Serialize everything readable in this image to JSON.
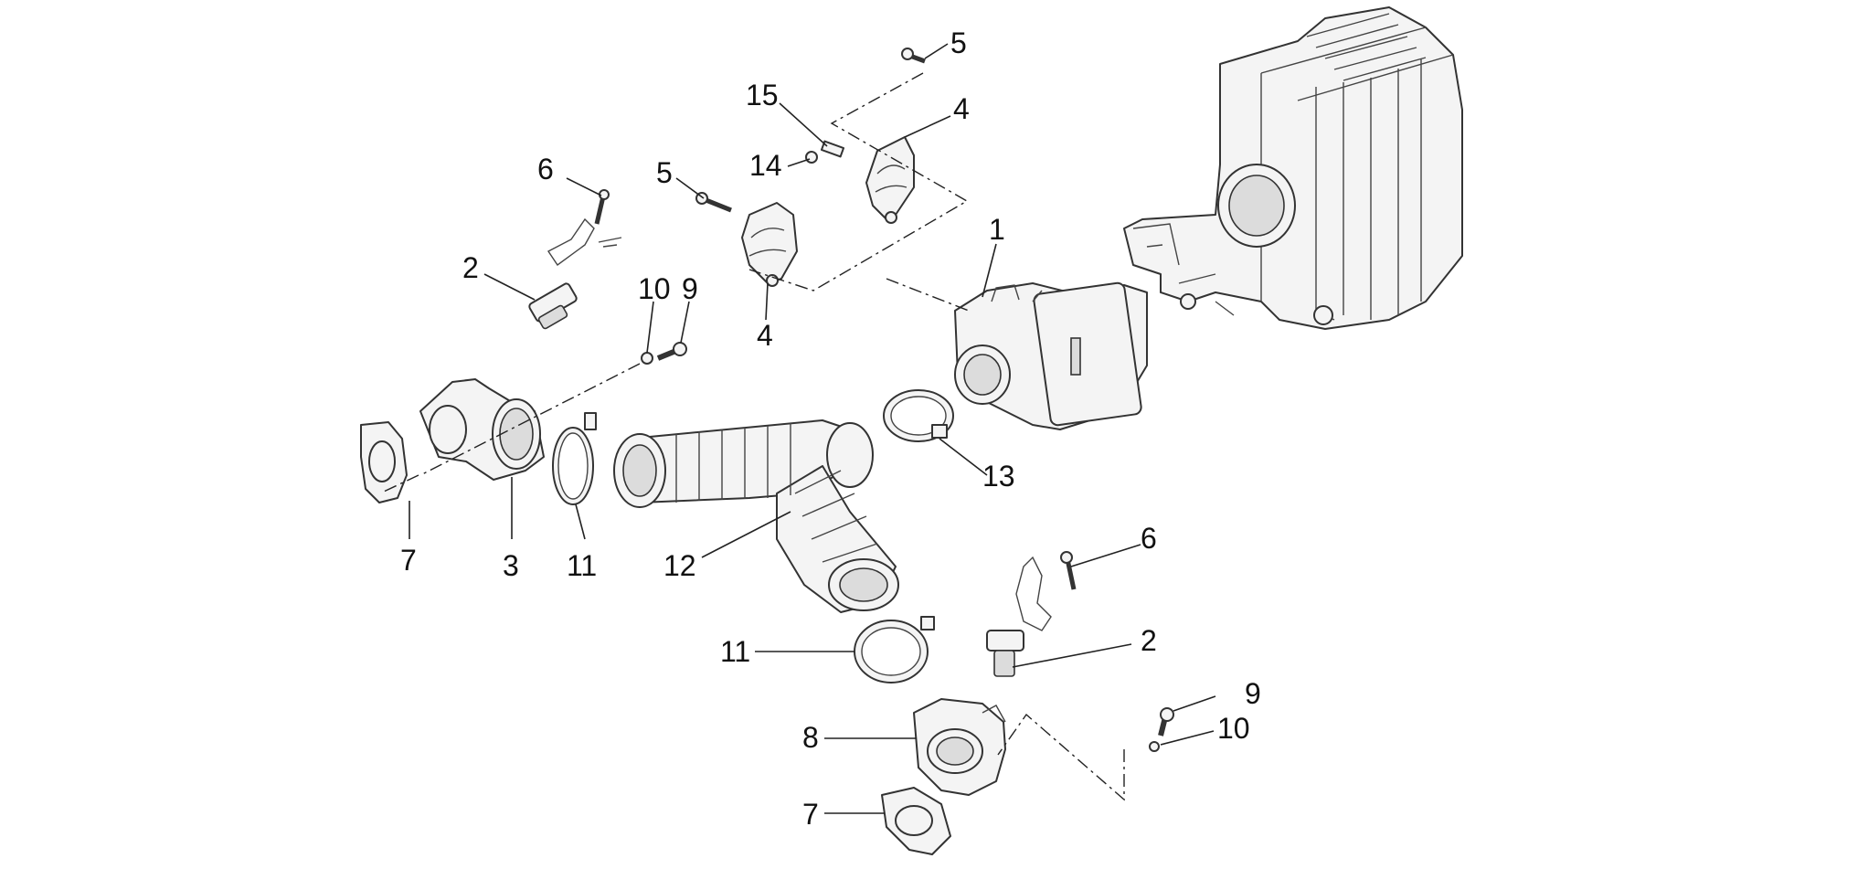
{
  "diagram": {
    "type": "exploded-parts-view",
    "callouts": [
      {
        "id": "c5a",
        "text": "5"
      },
      {
        "id": "c15",
        "text": "15"
      },
      {
        "id": "c4a",
        "text": "4"
      },
      {
        "id": "c14",
        "text": "14"
      },
      {
        "id": "c5b",
        "text": "5"
      },
      {
        "id": "c6a",
        "text": "6"
      },
      {
        "id": "c1",
        "text": "1"
      },
      {
        "id": "c2a",
        "text": "2"
      },
      {
        "id": "c10a",
        "text": "10"
      },
      {
        "id": "c9a",
        "text": "9"
      },
      {
        "id": "c4b",
        "text": "4"
      },
      {
        "id": "c13",
        "text": "13"
      },
      {
        "id": "c7a",
        "text": "7"
      },
      {
        "id": "c3",
        "text": "3"
      },
      {
        "id": "c11a",
        "text": "11"
      },
      {
        "id": "c12",
        "text": "12"
      },
      {
        "id": "c6b",
        "text": "6"
      },
      {
        "id": "c2b",
        "text": "2"
      },
      {
        "id": "c11b",
        "text": "11"
      },
      {
        "id": "c9b",
        "text": "9"
      },
      {
        "id": "c10b",
        "text": "10"
      },
      {
        "id": "c8",
        "text": "8"
      },
      {
        "id": "c7b",
        "text": "7"
      }
    ]
  }
}
